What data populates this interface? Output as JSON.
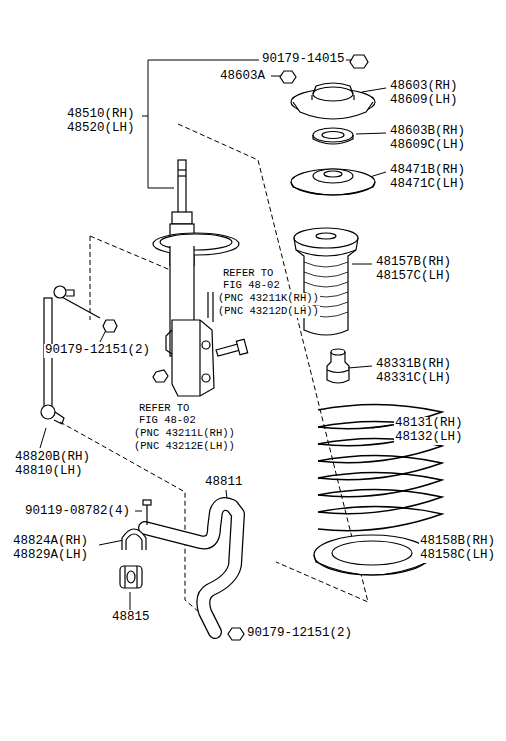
{
  "diagram": {
    "labels": [
      "90179-14015",
      "48603A",
      "48603(RH)",
      "48609(LH)",
      "48510(RH)",
      "48520(LH)",
      "48603B(RH)",
      "48609C(LH)",
      "48471B(RH)",
      "48471C(LH)",
      "48157B(RH)",
      "48157C(LH)",
      "REFER TO",
      "FIG 48-02",
      "(PNC 43211K(RH))",
      "(PNC 43212D(LH))",
      "90179-12151(2)",
      "48331B(RH)",
      "48331C(LH)",
      "REFER TO",
      "FIG 48-02",
      "(PNC 43211L(RH))",
      "(PNC 43212E(LH))",
      "48131(RH)",
      "48132(LH)",
      "48820B(RH)",
      "48810(LH)",
      "48811",
      "90119-08782(4)",
      "48824A(RH)",
      "48829A(LH)",
      "48158B(RH)",
      "48158C(LH)",
      "48815",
      "90179-12151(2)"
    ]
  }
}
